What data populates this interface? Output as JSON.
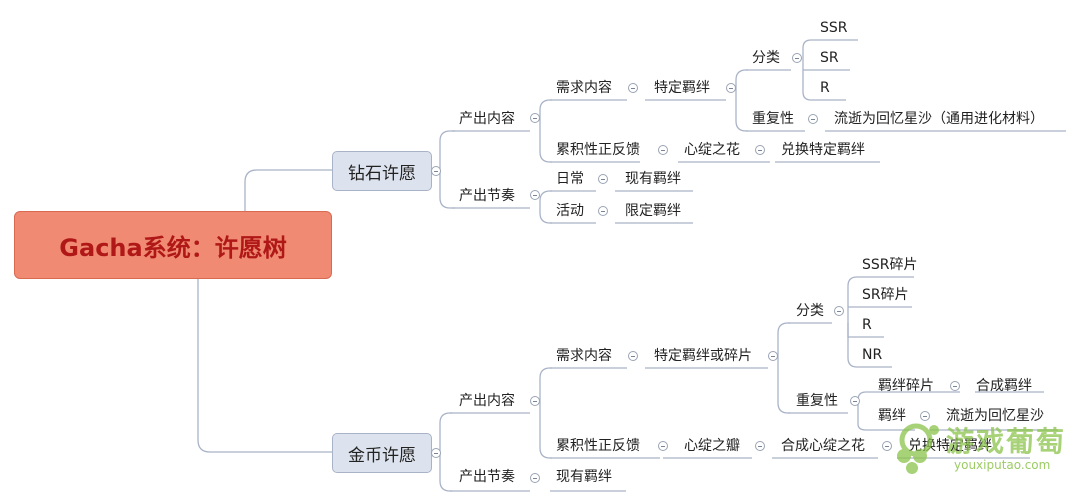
{
  "root": {
    "title": "Gacha系统：许愿树"
  },
  "diamond": {
    "title": "钻石许愿",
    "output_content": "产出内容",
    "demand": "需求内容",
    "specific": "特定羁绊",
    "classify": "分类",
    "ssr": "SSR",
    "sr": "SR",
    "r": "R",
    "repeat": "重复性",
    "repeat_result": "流逝为回忆星沙（通用进化材料）",
    "feedback": "累积性正反馈",
    "flower": "心绽之花",
    "exchange": "兑换特定羁绊",
    "rhythm": "产出节奏",
    "daily": "日常",
    "existing": "现有羁绊",
    "event": "活动",
    "limited": "限定羁绊"
  },
  "gold": {
    "title": "金币许愿",
    "output_content": "产出内容",
    "demand": "需求内容",
    "specific": "特定羁绊或碎片",
    "classify": "分类",
    "ssr": "SSR碎片",
    "sr": "SR碎片",
    "r": "R",
    "nr": "NR",
    "repeat": "重复性",
    "frag": "羁绊碎片",
    "compose": "合成羁绊",
    "bond": "羁绊",
    "bond_result": "流逝为回忆星沙",
    "feedback": "累积性正反馈",
    "petal": "心绽之瓣",
    "compose_flower": "合成心绽之花",
    "exchange": "兑换特定羁绊",
    "rhythm": "产出节奏",
    "existing": "现有羁绊"
  },
  "watermark": {
    "title": "游戏葡萄",
    "url": "youxiputao.com"
  }
}
